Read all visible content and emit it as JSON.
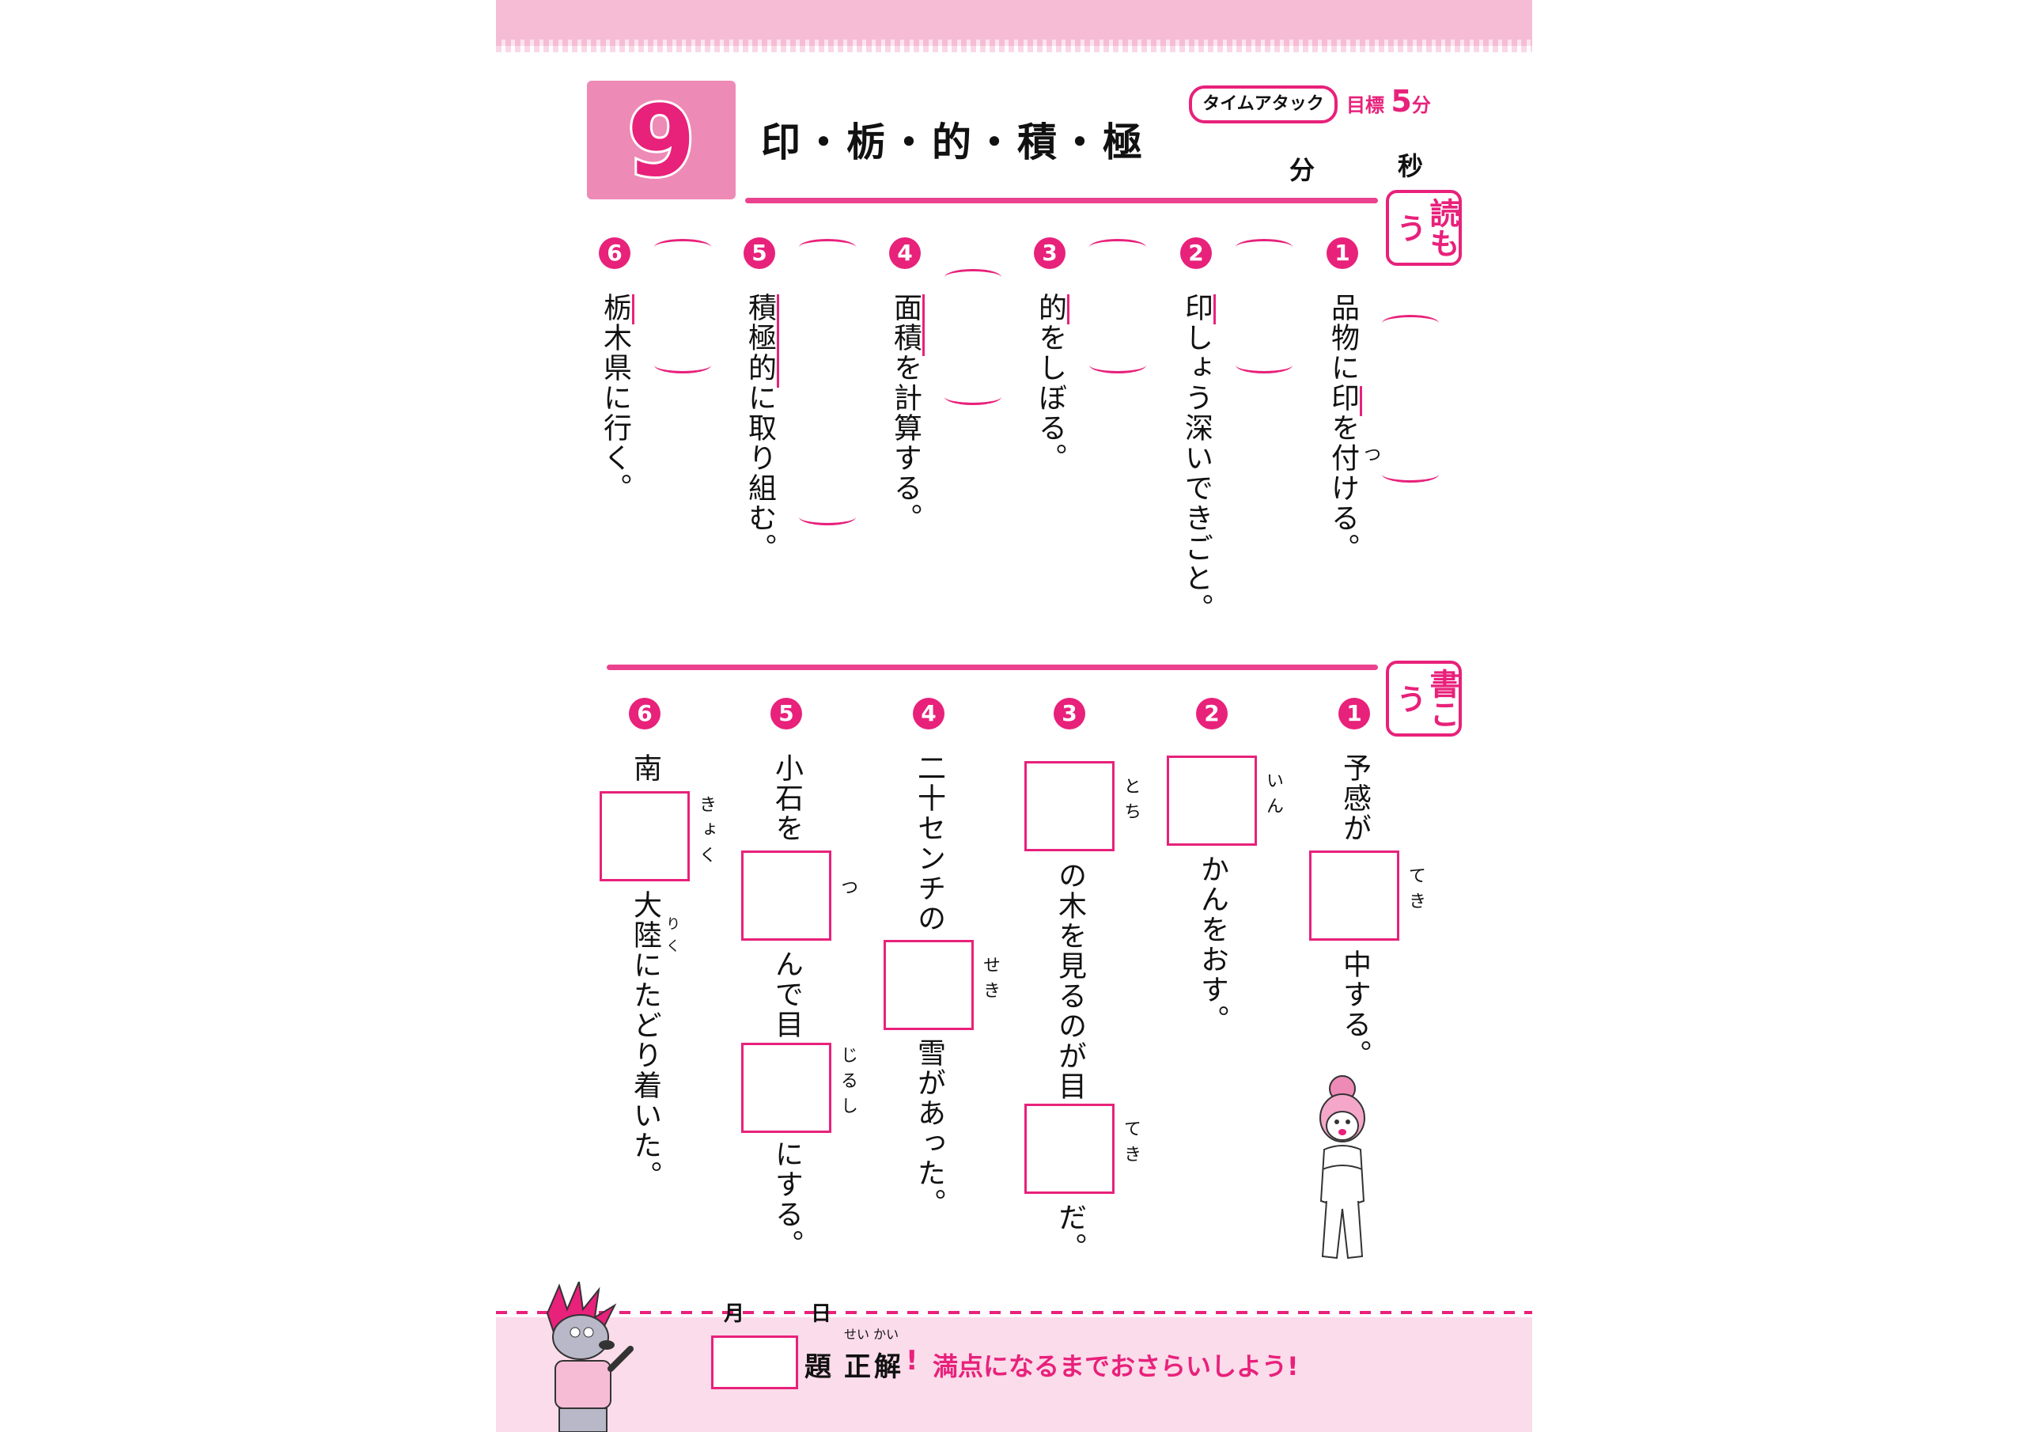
{
  "header": {
    "number": "9",
    "title": "印・栃・的・積・極",
    "time_attack": "タイムアタック",
    "goal_label": "目標",
    "goal_value": "5",
    "goal_unit": "分",
    "minutes": "分",
    "seconds": "秒"
  },
  "read": {
    "badge": "読もう",
    "items": [
      {
        "num": "1",
        "text": "品物に印を付ける。",
        "ruby": "つ"
      },
      {
        "num": "2",
        "text": "印しょう深いできごと。"
      },
      {
        "num": "3",
        "text": "的をしぼる。"
      },
      {
        "num": "4",
        "text": "面積を計算する。"
      },
      {
        "num": "5",
        "text": "積極的に取り組む。"
      },
      {
        "num": "6",
        "text": "栃木県に行く。"
      }
    ]
  },
  "write": {
    "badge": "書こう",
    "items": [
      {
        "num": "1",
        "pre": "予感が",
        "ruby1": "てき",
        "post": "中する。"
      },
      {
        "num": "2",
        "ruby1": "いん",
        "post": "かんをおす。"
      },
      {
        "num": "3",
        "ruby1": "とち",
        "mid": "の木を見るのが目",
        "ruby2": "てき",
        "post": "だ。"
      },
      {
        "num": "4",
        "pre": "二十センチの",
        "ruby1": "せき",
        "post": "雪があった。"
      },
      {
        "num": "5",
        "pre": "小石を",
        "ruby1": "つ",
        "mid": "んで目",
        "ruby2": "じるし",
        "post": "にする。"
      },
      {
        "num": "6",
        "pre": "南",
        "ruby1": "きょく",
        "post": "大陸にたどり着いた。",
        "ruby_riku": "りく"
      }
    ]
  },
  "footer": {
    "month": "月",
    "day": "日",
    "dai": "題",
    "seikai": "正解",
    "exclaim": "!",
    "seikai_ruby": "せい かい",
    "message": "満点になるまでおさらいしよう!"
  }
}
